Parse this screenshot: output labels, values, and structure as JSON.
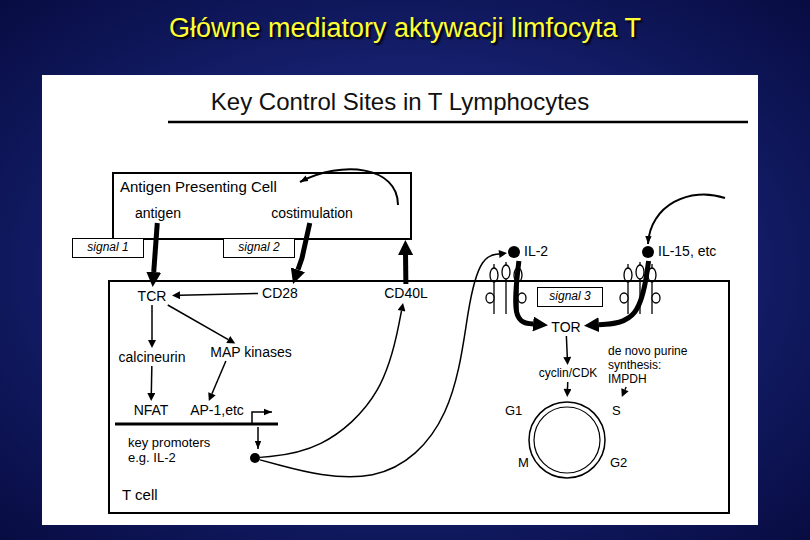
{
  "diagram": {
    "title": "Główne mediatory aktywacji limfocyta T",
    "nodes": [
      {
        "text": [
          "Antigen Presenting Cell"
        ]
      },
      {
        "text": [
          "antigen"
        ],
        "in": 0
      },
      {
        "text": [
          "costimulation"
        ],
        "in": 0
      },
      {
        "text": [
          "signal 1"
        ]
      },
      {
        "text": [
          "signal 2"
        ]
      },
      {
        "text": [
          "IL-2"
        ]
      },
      {
        "text": [
          "IL-15, etc"
        ]
      },
      {
        "text": [
          "T cell"
        ]
      },
      {
        "text": [
          "TCR"
        ],
        "in": 7
      },
      {
        "text": [
          "CD28"
        ],
        "in": 7
      },
      {
        "text": [
          "CD40L"
        ],
        "in": 7
      },
      {
        "text": [
          "signal 3"
        ],
        "in": 7
      },
      {
        "text": [
          "TOR"
        ],
        "in": 7
      },
      {
        "text": [
          "calcineurin"
        ],
        "in": 7
      },
      {
        "text": [
          "MAP kinases"
        ],
        "in": 7
      },
      {
        "text": [
          "de novo purine synthesis: IMPDH"
        ],
        "in": 7
      },
      {
        "text": [
          "cyclin/CDK"
        ],
        "in": 7
      },
      {
        "text": [
          "NFAT"
        ],
        "in": 7
      },
      {
        "text": [
          "AP-1,etc"
        ],
        "in": 7
      },
      {
        "text": [
          "key promoters e.g. IL-2"
        ],
        "in": 7
      },
      {
        "text": [
          "G1",
          "S",
          "M",
          "G2"
        ],
        "in": 7
      }
    ],
    "edges": [
      {
        "from": 1,
        "to": 8,
        "arrow": "to"
      },
      {
        "from": 2,
        "to": 9,
        "arrow": "to"
      },
      {
        "from": 9,
        "to": 8,
        "arrow": "to"
      },
      {
        "from": 10,
        "to": 0,
        "arrow": "to"
      },
      {
        "from": 8,
        "to": 13,
        "arrow": "to"
      },
      {
        "from": 8,
        "to": 14,
        "arrow": "to"
      },
      {
        "from": 13,
        "to": 17,
        "arrow": "to"
      },
      {
        "from": 14,
        "to": 18,
        "arrow": "to"
      },
      {
        "from": 19,
        "to": 10,
        "arrow": "to"
      },
      {
        "from": 19,
        "to": 5,
        "arrow": "to"
      },
      {
        "from": 5,
        "to": 12,
        "arrow": "to"
      },
      {
        "from": 6,
        "to": 12,
        "arrow": "to"
      },
      {
        "from": 12,
        "to": 16,
        "arrow": "to"
      },
      {
        "from": 16,
        "to": 20,
        "arrow": "to"
      },
      {
        "from": 15,
        "to": 20,
        "arrow": "to"
      }
    ],
    "labels": [
      "Key Control Sites in T Lymphocytes"
    ]
  }
}
